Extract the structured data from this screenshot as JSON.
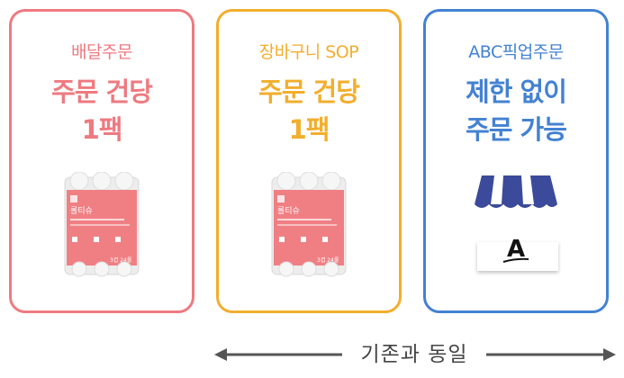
{
  "colors": {
    "card1": "#ee7a80",
    "card2": "#f2ae2d",
    "card3": "#4382d2",
    "arrow": "#555555"
  },
  "cards": [
    {
      "subtitle": "배달주문",
      "main_line1": "주문 건당",
      "main_line2": "1팩",
      "illustration": "tissue-pack-icon"
    },
    {
      "subtitle": "장바구니 SOP",
      "main_line1": "주문 건당",
      "main_line2": "1팩",
      "illustration": "tissue-pack-icon"
    },
    {
      "subtitle": "ABC픽업주문",
      "main_line1": "제한 없이",
      "main_line2": "주문 가능",
      "illustration": "store-icon"
    }
  ],
  "product": {
    "name": "롤티슈",
    "count": "3겹 24롤"
  },
  "store": {
    "logo_letter": "A"
  },
  "footer": {
    "caption": "기존과 동일"
  }
}
